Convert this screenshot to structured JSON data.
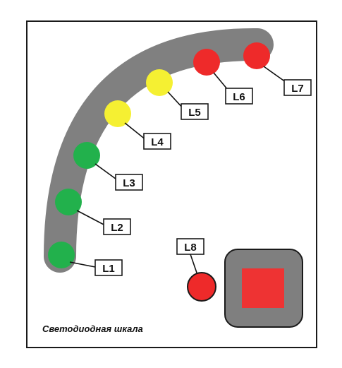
{
  "caption": "Светодиодная шкала",
  "leds": [
    {
      "label": "L1",
      "color": "green"
    },
    {
      "label": "L2",
      "color": "green"
    },
    {
      "label": "L3",
      "color": "green"
    },
    {
      "label": "L4",
      "color": "yellow"
    },
    {
      "label": "L5",
      "color": "yellow"
    },
    {
      "label": "L6",
      "color": "red"
    },
    {
      "label": "L7",
      "color": "red"
    }
  ],
  "indicator": {
    "label": "L8",
    "color": "red"
  },
  "colors": {
    "green": "#22b14c",
    "yellow": "#f5f032",
    "red": "#ee2a2a",
    "track": "#808080",
    "button_frame": "#7f7f7f",
    "button_face": "#ee3333",
    "outline": "#1a1a1a"
  }
}
